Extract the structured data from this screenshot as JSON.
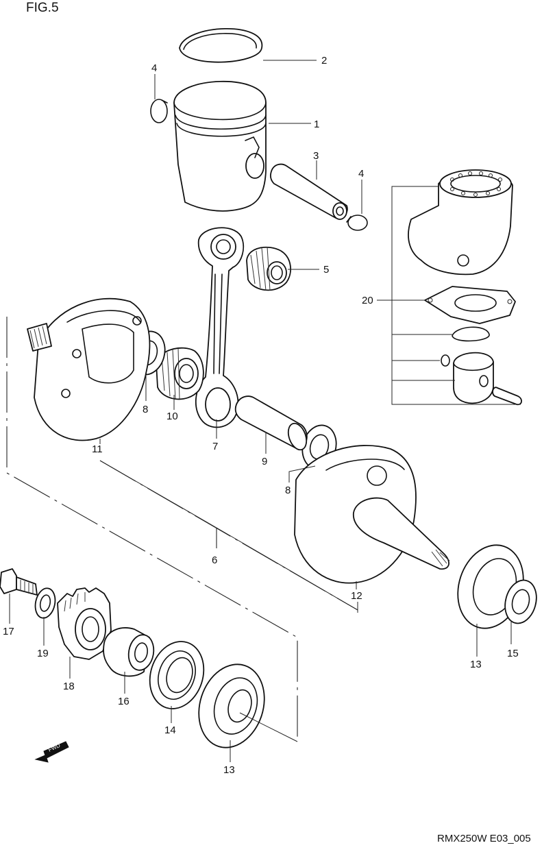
{
  "figure": {
    "title": "FIG.5",
    "code": "RMX250W E03_005"
  },
  "callouts": [
    "1",
    "2",
    "3",
    "4",
    "4",
    "5",
    "6",
    "7",
    "8",
    "8",
    "9",
    "10",
    "11",
    "12",
    "13",
    "13",
    "14",
    "15",
    "16",
    "17",
    "18",
    "19",
    "20"
  ],
  "fwd_badge": "FWD",
  "icons": {
    "fwd": "fwd-arrow-icon"
  }
}
